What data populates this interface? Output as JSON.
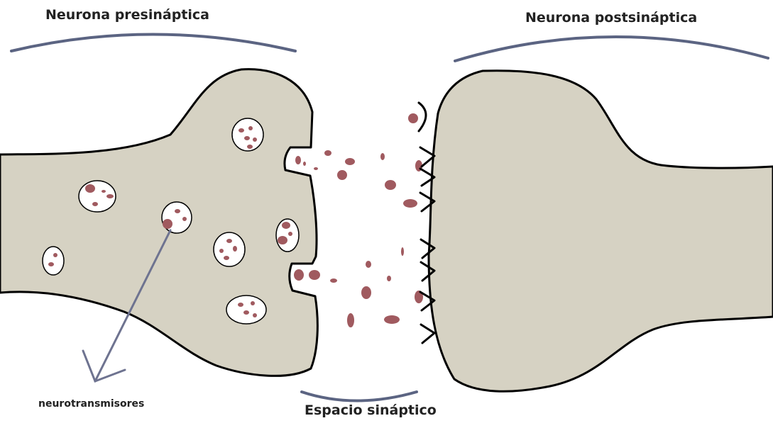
{
  "labels": {
    "presynaptic": "Neurona presináptica",
    "postsynaptic": "Neurona postsináptica",
    "synaptic_cleft": "Espacio sináptico",
    "neurotransmitters": "neurotransmisores"
  },
  "colors": {
    "neuron_fill": "#d6d2c3",
    "outline": "#000000",
    "neurotransmitter": "#a05a5f",
    "vesicle_fill": "#ffffff",
    "bracket": "#5b6482",
    "arrow": "#6e7390",
    "receptor": "#000000"
  }
}
